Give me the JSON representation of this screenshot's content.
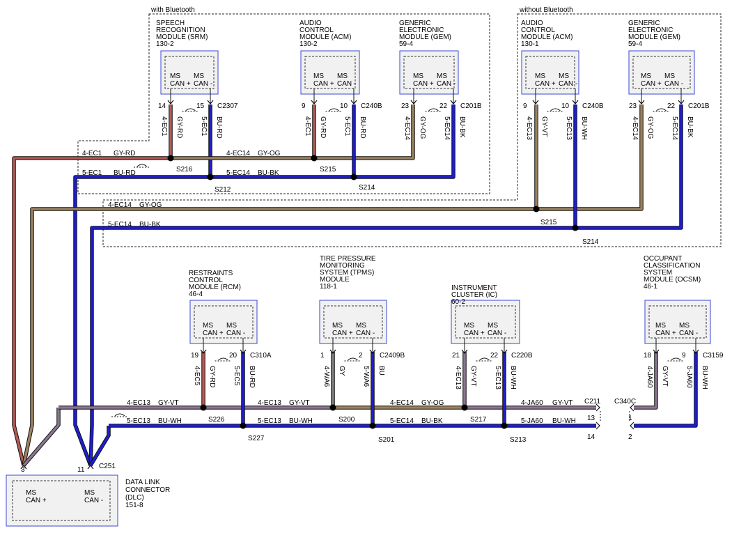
{
  "groups": {
    "with_bt": "with Bluetooth",
    "without_bt": "without Bluetooth"
  },
  "pins": {
    "can_plus": [
      "MS",
      "CAN +"
    ],
    "can_minus": [
      "MS",
      "CAN -"
    ]
  },
  "modules": [
    {
      "id": "srm",
      "title": [
        "SPEECH",
        "RECOGNITION",
        "MODULE (SRM)",
        "130-2"
      ],
      "conn": "C2307",
      "p1": "14",
      "p2": "15",
      "w1": "4-EC1",
      "c1": "GY-RD",
      "w2": "5-EC1",
      "c2": "BU-RD"
    },
    {
      "id": "acm1",
      "title": [
        "AUDIO",
        "CONTROL",
        "MODULE (ACM)",
        "130-2"
      ],
      "conn": "C240B",
      "p1": "9",
      "p2": "10",
      "w1": "4-EC1",
      "c1": "GY-RD",
      "w2": "5-EC1",
      "c2": "BU-RD"
    },
    {
      "id": "gem1",
      "title": [
        "GENERIC",
        "ELECTRONIC",
        "MODULE (GEM)",
        "59-4"
      ],
      "conn": "C201B",
      "p1": "23",
      "p2": "22",
      "w1": "4-EC14",
      "c1": "GY-OG",
      "w2": "5-EC14",
      "c2": "BU-BK"
    },
    {
      "id": "acm2",
      "title": [
        "AUDIO",
        "CONTROL",
        "MODULE (ACM)",
        "130-1"
      ],
      "conn": "C240B",
      "p1": "9",
      "p2": "10",
      "w1": "4-EC13",
      "c1": "GY-VT",
      "w2": "5-EC13",
      "c2": "BU-WH"
    },
    {
      "id": "gem2",
      "title": [
        "GENERIC",
        "ELECTRONIC",
        "MODULE (GEM)",
        "59-4"
      ],
      "conn": "C201B",
      "p1": "23",
      "p2": "22",
      "w1": "4-EC14",
      "c1": "GY-OG",
      "w2": "5-EC14",
      "c2": "BU-BK"
    },
    {
      "id": "rcm",
      "title": [
        "RESTRAINTS",
        "CONTROL",
        "MODULE (RCM)",
        "46-4"
      ],
      "conn": "C310A",
      "p1": "19",
      "p2": "20",
      "w1": "4-EC5",
      "c1": "GY-RD",
      "w2": "5-EC5",
      "c2": "BU-RD"
    },
    {
      "id": "tpms",
      "title": [
        "TIRE PRESSURE",
        "MONITORING",
        "SYSTEM (TPMS)",
        "MODULE",
        "118-1"
      ],
      "conn": "C2409B",
      "p1": "1",
      "p2": "2",
      "w1": "4-WA6",
      "c1": "GY",
      "w2": "5-WA6",
      "c2": "BU"
    },
    {
      "id": "ic",
      "title": [
        "INSTRUMENT",
        "CLUSTER (IC)",
        "60-2"
      ],
      "conn": "C220B",
      "p1": "21",
      "p2": "22",
      "w1": "4-EC13",
      "c1": "GY-VT",
      "w2": "5-EC13",
      "c2": "BU-WH"
    },
    {
      "id": "ocsm",
      "title": [
        "OCCUPANT",
        "CLASSIFICATION",
        "SYSTEM",
        "MODULE (OCSM)",
        "46-1"
      ],
      "conn": "C3159",
      "p1": "18",
      "p2": "9",
      "w1": "4-JA60",
      "c1": "GY-VT",
      "w2": "5-JA60",
      "c2": "BU-WH"
    }
  ],
  "dlc": {
    "title": [
      "DATA LINK",
      "CONNECTOR",
      "(DLC)",
      "151-8"
    ],
    "conn": "C251",
    "p1": "3",
    "p2": "11"
  },
  "splices": [
    "S216",
    "S212",
    "S215",
    "S214",
    "S215",
    "S214",
    "S226",
    "S227",
    "S200",
    "S201",
    "S217",
    "S213"
  ],
  "bus_labels": [
    {
      "w": "4-EC1",
      "c": "GY-RD"
    },
    {
      "w": "5-EC1",
      "c": "BU-RD"
    },
    {
      "w": "4-EC14",
      "c": "GY-OG"
    },
    {
      "w": "5-EC14",
      "c": "BU-BK"
    },
    {
      "w": "4-EC14",
      "c": "GY-OG"
    },
    {
      "w": "5-EC14",
      "c": "BU-BK"
    },
    {
      "w": "4-EC13",
      "c": "GY-VT"
    },
    {
      "w": "5-EC13",
      "c": "BU-WH"
    },
    {
      "w": "4-EC13",
      "c": "GY-VT"
    },
    {
      "w": "5-EC13",
      "c": "BU-WH"
    },
    {
      "w": "4-EC14",
      "c": "GY-OG"
    },
    {
      "w": "5-EC14",
      "c": "BU-BK"
    },
    {
      "w": "4-JA60",
      "c": "GY-VT"
    },
    {
      "w": "5-JA60",
      "c": "BU-WH"
    }
  ],
  "inline": {
    "c211": "C211",
    "c340c": "C340C",
    "pins": [
      "13",
      "14",
      "1",
      "2"
    ]
  },
  "colors": {
    "module_border": "#3b46d6",
    "module_fill": "#f1f1f1",
    "gy_rd": "#b35a54",
    "bu": "#1f1fd0",
    "gy_og": "#9a8260",
    "gy_vt": "#8a7690",
    "gy": "#808080"
  }
}
